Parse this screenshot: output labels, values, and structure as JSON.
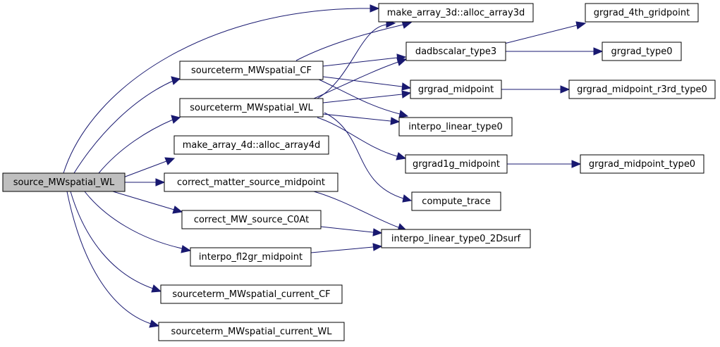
{
  "diagram": {
    "nodes": {
      "root": "source_MWspatial_WL",
      "mwcf": "sourceterm_MWspatial_CF",
      "mwwl": "sourceterm_MWspatial_WL",
      "alloc4d": "make_array_4d::alloc_array4d",
      "cms": "correct_matter_source_midpoint",
      "cmws": "correct_MW_source_C0At",
      "interpfl": "interpo_fl2gr_midpoint",
      "curcf": "sourceterm_MWspatial_current_CF",
      "curwl": "sourceterm_MWspatial_current_WL",
      "alloc3d": "make_array_3d::alloc_array3d",
      "dadb": "dadbscalar_type3",
      "grmid": "grgrad_midpoint",
      "interp0": "interpo_linear_type0",
      "gr1g": "grgrad1g_midpoint",
      "trace": "compute_trace",
      "interp2d": "interpo_linear_type0_2Dsurf",
      "gr4th": "grgrad_4th_gridpoint",
      "grt0": "grgrad_type0",
      "grr3": "grgrad_midpoint_r3rd_type0",
      "grmt0": "grgrad_midpoint_type0"
    }
  }
}
